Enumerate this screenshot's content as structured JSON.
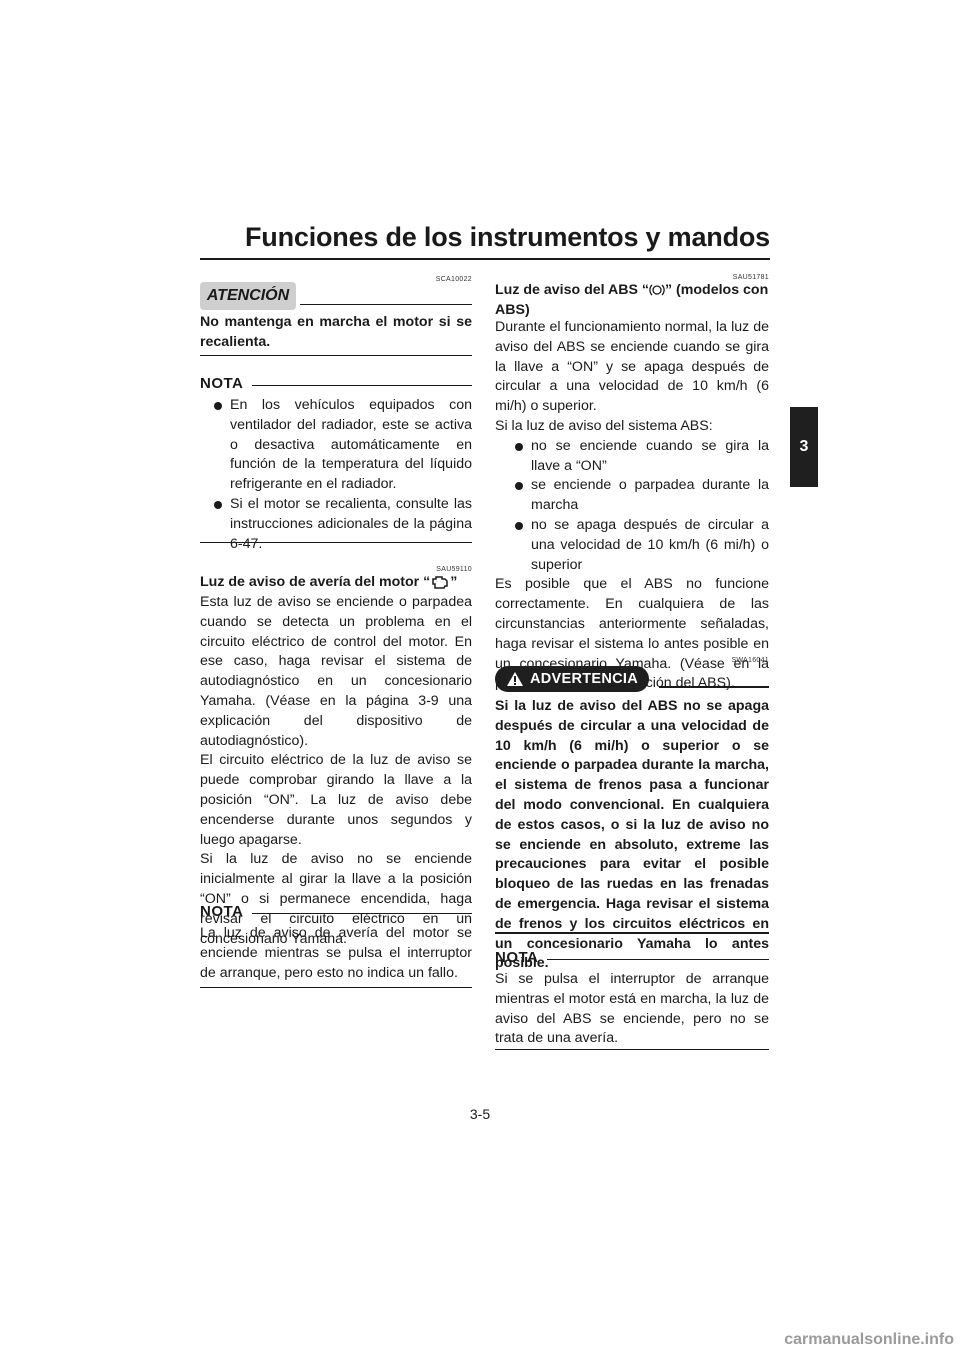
{
  "header": {
    "title": "Funciones de los instrumentos y mandos",
    "chapter_tab": "3"
  },
  "left": {
    "code1": "SCA10022",
    "atencion_label": "ATENCIÓN",
    "atencion_text": "No mantenga en marcha el motor si se recalienta.",
    "nota1_label": "NOTA",
    "nota1_bullets": [
      "En los vehículos equipados con ventilador del radiador, este se activa o desactiva automáticamente en función de la temperatura del líquido refrigerante en el radiador.",
      "Si el motor se recalienta, consulte las instrucciones adicionales de la página 6-47."
    ],
    "code2": "SAU59110",
    "section_title_pre": "Luz de aviso de avería del motor “",
    "section_title_post": "”",
    "section_icon": "engine-warning-icon",
    "paragraph1": "Esta luz de aviso se enciende o parpadea cuando se detecta un problema en el circuito eléctrico de control del motor. En ese caso, haga revisar el sistema de autodiagnóstico en un concesionario Yamaha. (Véase en la página 3-9 una explicación del dispositivo de autodiagnóstico).",
    "paragraph2": "El circuito eléctrico de la luz de aviso se puede comprobar girando la llave a la posición “ON”. La luz de aviso debe encenderse durante unos segundos y luego apagarse.",
    "paragraph3": "Si la luz de aviso no se enciende inicialmente al girar la llave a la posición “ON” o si permanece encendida, haga revisar el circuito eléctrico en un concesionario Yamaha.",
    "nota2_label": "NOTA",
    "nota2_text": "La luz de aviso de avería del motor se enciende mientras se pulsa el interruptor de arranque, pero esto no indica un fallo."
  },
  "right": {
    "code1": "SAU51781",
    "section_title_pre": "Luz de aviso del ABS “",
    "section_title_post": "” (modelos con ABS)",
    "section_icon": "abs-icon",
    "paragraph1": "Durante el funcionamiento normal, la luz de aviso del ABS se enciende cuando se gira la llave a “ON” y se apaga después de circular a una velocidad de 10 km/h (6 mi/h) o superior.",
    "paragraph2": "Si la luz de aviso del sistema ABS:",
    "bullets": [
      "no se enciende cuando se gira la llave a “ON”",
      "se enciende o parpadea durante la marcha",
      "no se apaga después de circular a una velocidad de 10 km/h (6 mi/h) o superior"
    ],
    "paragraph3": "Es posible que el ABS no funcione correctamente. En cualquiera de las circunstancias anteriormente señaladas, haga revisar el sistema lo antes posible en un concesionario Yamaha. (Véase en la página 3-14 una explicación del ABS).",
    "code2": "SWA16041",
    "advertencia_label": "ADVERTENCIA",
    "advertencia_text": "Si la luz de aviso del ABS no se apaga después de circular a una velocidad de 10 km/h (6 mi/h) o superior o se enciende o parpadea durante la marcha, el sistema de frenos pasa a funcionar del modo convencional. En cualquiera de estos casos, o si la luz de aviso no se enciende en absoluto, extreme las precauciones para evitar el posible bloqueo de las ruedas en las frenadas de emergencia. Haga revisar el sistema de frenos y los circuitos eléctricos en un concesionario Yamaha lo antes posible.",
    "nota_label": "NOTA",
    "nota_text": "Si se pulsa el interruptor de arranque mientras el motor está en marcha, la luz de aviso del ABS se enciende, pero no se trata de una avería."
  },
  "footer": {
    "page_number": "3-5",
    "watermark": "carmanualsonline.info"
  }
}
